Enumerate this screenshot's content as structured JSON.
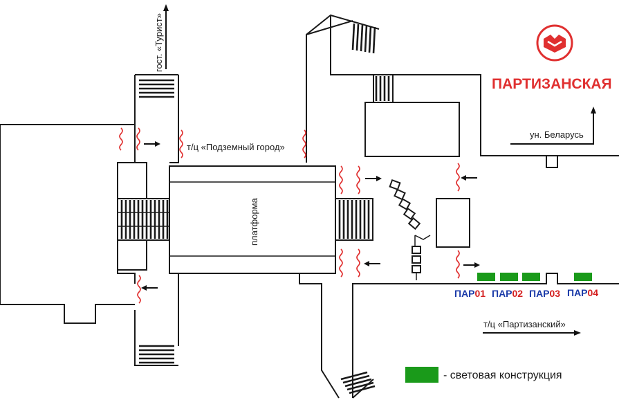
{
  "station": {
    "name": "ПАРТИЗАНСКАЯ",
    "color": "#e03030"
  },
  "labels": {
    "hotel": "гост. «Турист»",
    "mall_underground": "т/ц «Подземный город»",
    "platform": "платформа",
    "univermag": "ун. Беларусь",
    "mall_partizansky": "т/ц «Партизанский»"
  },
  "placements": [
    {
      "prefix": "ПАР",
      "num": "01"
    },
    {
      "prefix": "ПАР",
      "num": "02"
    },
    {
      "prefix": "ПАР",
      "num": "03"
    },
    {
      "prefix": "ПАР",
      "num": "04"
    }
  ],
  "legend": {
    "text": "- световая конструкция",
    "swatch_color": "#1a9a1a"
  },
  "colors": {
    "code_prefix": "#1a3aa8",
    "code_number": "#d42020",
    "door": "#e03030",
    "light_box": "#1a9a1a"
  }
}
